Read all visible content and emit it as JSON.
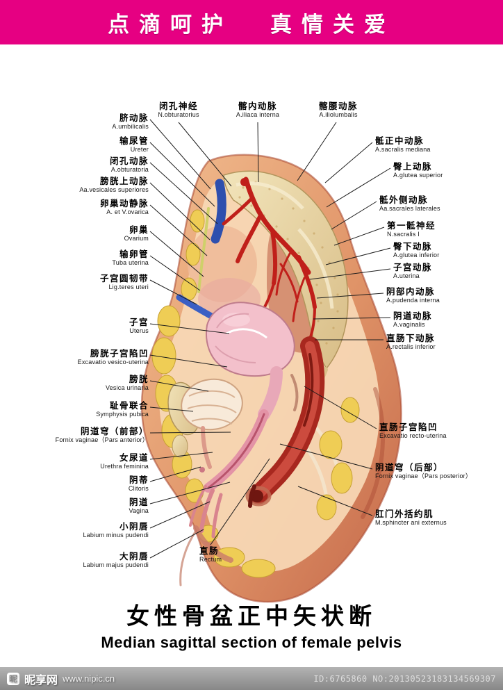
{
  "banner": {
    "left": "点滴呵护",
    "right": "真情关爱",
    "background": "#e60082"
  },
  "illustration": {
    "description": "Median sagittal section of female pelvis, anatomical color plate"
  },
  "labels": {
    "left": [
      {
        "cn": "脐动脉",
        "la": "A.umbilicalis"
      },
      {
        "cn": "输尿管",
        "la": "Ureter"
      },
      {
        "cn": "闭孔动脉",
        "la": "A.obturatoria"
      },
      {
        "cn": "膀胱上动脉",
        "la": "Aa.vesicales superiores"
      },
      {
        "cn": "卵巢动静脉",
        "la": "A. et V.ovarica"
      },
      {
        "cn": "卵巢",
        "la": "Ovarium"
      },
      {
        "cn": "输卵管",
        "la": "Tuba uterina"
      },
      {
        "cn": "子宫圆韧带",
        "la": "Lig.teres uteri"
      },
      {
        "cn": "子宫",
        "la": "Uterus"
      },
      {
        "cn": "膀胱子宫陷凹",
        "la": "Excavatio vesico-uterina"
      },
      {
        "cn": "膀胱",
        "la": "Vesica urinaria"
      },
      {
        "cn": "耻骨联合",
        "la": "Symphysis pubica"
      },
      {
        "cn": "阴道穹（前部）",
        "la": "Fornix vaginae（Pars anterior）"
      },
      {
        "cn": "女尿道",
        "la": "Urethra feminina"
      },
      {
        "cn": "阴蒂",
        "la": "Clitoris"
      },
      {
        "cn": "阴道",
        "la": "Vagina"
      },
      {
        "cn": "小阴唇",
        "la": "Labium minus pudendi"
      },
      {
        "cn": "大阴唇",
        "la": "Labium majus pudendi"
      }
    ],
    "top": [
      {
        "cn": "闭孔神经",
        "la": "N.obturatorius"
      },
      {
        "cn": "髂内动脉",
        "la": "A.iliaca interna"
      },
      {
        "cn": "髂腰动脉",
        "la": "A.iliolumbalis"
      }
    ],
    "right": [
      {
        "cn": "骶正中动脉",
        "la": "A.sacralis mediana"
      },
      {
        "cn": "臀上动脉",
        "la": "A.glutea superior"
      },
      {
        "cn": "骶外侧动脉",
        "la": "Aa.sacrales laterales"
      },
      {
        "cn": "第一骶神经",
        "la": "N.sacralis I"
      },
      {
        "cn": "臀下动脉",
        "la": "A.glutea inferior"
      },
      {
        "cn": "子宫动脉",
        "la": "A.uterina"
      },
      {
        "cn": "阴部内动脉",
        "la": "A.pudenda interna"
      },
      {
        "cn": "阴道动脉",
        "la": "A.vaginalis"
      },
      {
        "cn": "直肠下动脉",
        "la": "A.rectalis inferior"
      },
      {
        "cn": "直肠子宫陷凹",
        "la": "Excavatio recto-uterina"
      },
      {
        "cn": "阴道穹（后部）",
        "la": "Fornix vaginae（Pars posterior）"
      },
      {
        "cn": "肛门外括约肌",
        "la": "M.sphincter ani externus"
      }
    ],
    "bottom": [
      {
        "cn": "直肠",
        "la": "Rectum"
      }
    ]
  },
  "title": {
    "cn": "女性骨盆正中矢状断",
    "en": "Median  sagittal  section  of  female  pelvis"
  },
  "footer": {
    "site": "昵享网",
    "url": "www.nipic.cn",
    "id_text": "ID:6765860 NO:20130523183134569307"
  }
}
